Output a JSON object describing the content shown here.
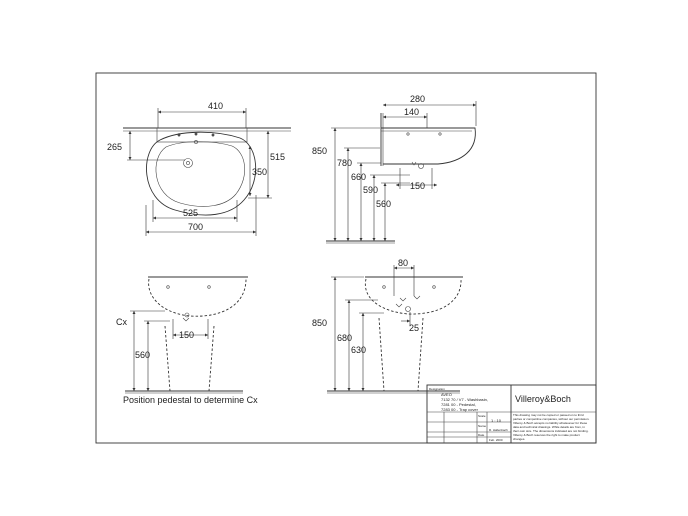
{
  "top_view": {
    "dims": {
      "w410": "410",
      "h265": "265",
      "h515": "515",
      "h350": "350",
      "w525": "525",
      "w700": "700"
    }
  },
  "side_view": {
    "dims": {
      "w280": "280",
      "w140": "140",
      "h850": "850",
      "h780": "780",
      "h660": "660",
      "h590": "590",
      "h560": "560",
      "w150": "150"
    }
  },
  "front_view": {
    "dims": {
      "cx": "Cx",
      "w150": "150",
      "h560": "560"
    },
    "caption": "Position pedestal to determine Cx"
  },
  "side_pedestal_view": {
    "dims": {
      "w80": "80",
      "h850": "850",
      "h680": "680",
      "h630": "630",
      "w25": "25"
    }
  },
  "title_block": {
    "designation_label": "Designation",
    "product_name": "AVEO",
    "lines": [
      "7132 70 / V7 - Washbasin,",
      "7281 00 - Pedestal,",
      "7283 00 - Trap cover"
    ],
    "scale_label": "Scale",
    "scale": "1 : 10",
    "name_label": "Name",
    "name": "R. Hallenbach",
    "date_label": "Date",
    "date": "Feb. 2000",
    "brand": "Villeroy&Boch",
    "notice": [
      "This drawing may not be copied or passed on to third",
      "parties or competitive companies, without our permission.",
      "Villeroy & Boch accepts no liability whatsoever for these",
      "data and technical drawings. While details are from, in",
      "their own size. The dimensions indicated are not binding.",
      "Villeroy & Boch reserves the right to make product",
      "changes."
    ]
  }
}
